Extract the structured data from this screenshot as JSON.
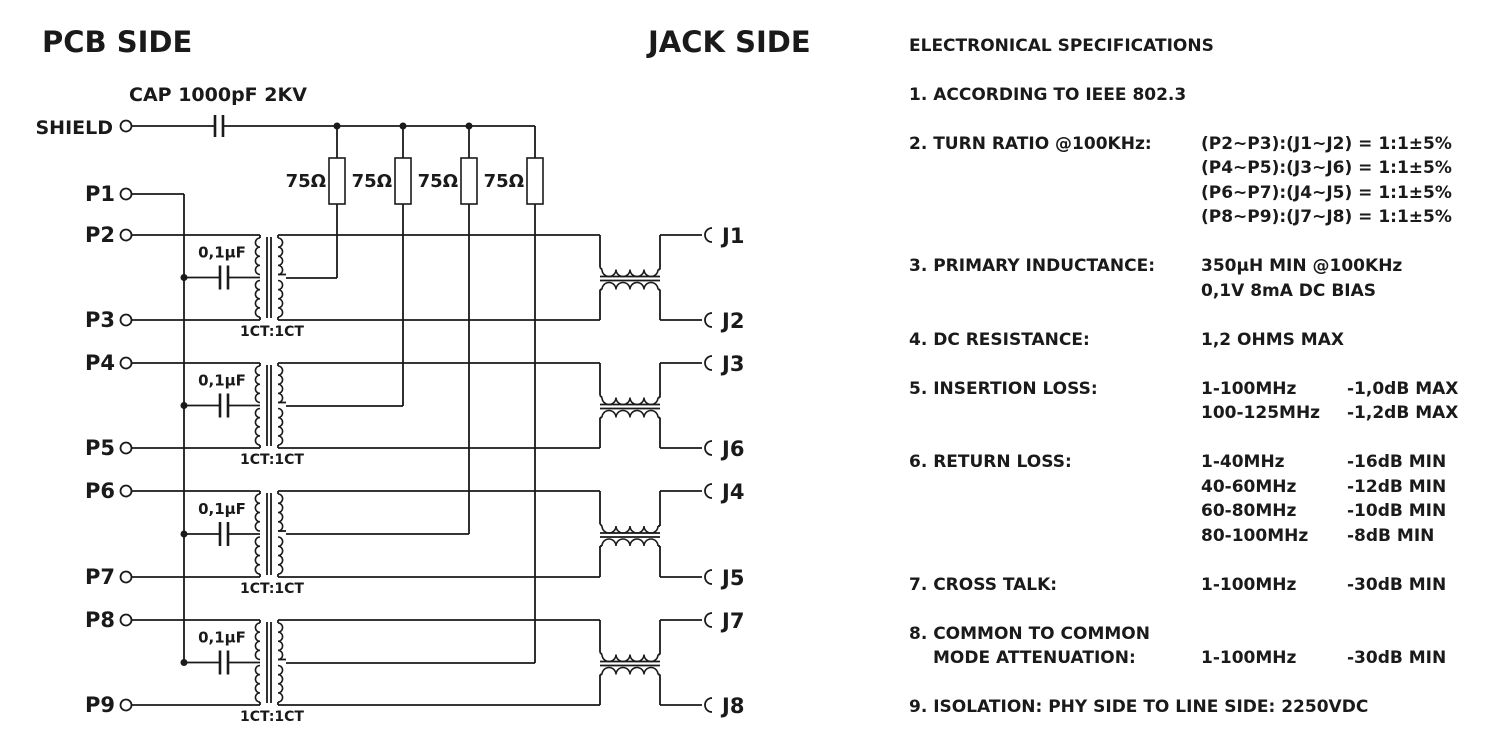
{
  "headings": {
    "pcb": "PCB SIDE",
    "jack": "JACK SIDE"
  },
  "shield": {
    "label": "SHIELD",
    "cap_label": "CAP 1000pF 2KV"
  },
  "resistors": [
    "75Ω",
    "75Ω",
    "75Ω",
    "75Ω"
  ],
  "pins_left": [
    "P1",
    "P2",
    "P3",
    "P4",
    "P5",
    "P6",
    "P7",
    "P8",
    "P9"
  ],
  "pins_right": [
    "J1",
    "J2",
    "J3",
    "J6",
    "J4",
    "J5",
    "J7",
    "J8"
  ],
  "channels": [
    {
      "cap": "0,1µF",
      "ratio": "1CT:1CT"
    },
    {
      "cap": "0,1µF",
      "ratio": "1CT:1CT"
    },
    {
      "cap": "0,1µF",
      "ratio": "1CT:1CT"
    },
    {
      "cap": "0,1µF",
      "ratio": "1CT:1CT"
    }
  ],
  "specs": {
    "title": "ELECTRONICAL SPECIFICATIONS",
    "items": {
      "s1": "1. ACCORDING TO IEEE 802.3",
      "s2": {
        "label": "2. TURN RATIO @100KHz:",
        "lines": [
          "(P2~P3):(J1~J2) = 1:1±5%",
          "(P4~P5):(J3~J6) = 1:1±5%",
          "(P6~P7):(J4~J5) = 1:1±5%",
          "(P8~P9):(J7~J8) = 1:1±5%"
        ]
      },
      "s3": {
        "label": "3. PRIMARY INDUCTANCE:",
        "lines": [
          "350µH MIN @100KHz",
          "0,1V 8mA DC BIAS"
        ]
      },
      "s4": {
        "label": "4. DC RESISTANCE:",
        "value": "1,2 OHMS MAX"
      },
      "s5": {
        "label": "5. INSERTION LOSS:",
        "rows": [
          [
            "1-100MHz",
            "-1,0dB MAX"
          ],
          [
            "100-125MHz",
            "-1,2dB MAX"
          ]
        ]
      },
      "s6": {
        "label": "6. RETURN LOSS:",
        "rows": [
          [
            "1-40MHz",
            "-16dB MIN"
          ],
          [
            "40-60MHz",
            "-12dB MIN"
          ],
          [
            "60-80MHz",
            "-10dB MIN"
          ],
          [
            "80-100MHz",
            "-8dB MIN"
          ]
        ]
      },
      "s7": {
        "label": "7. CROSS TALK:",
        "rows": [
          [
            "1-100MHz",
            "-30dB MIN"
          ]
        ]
      },
      "s8": {
        "label1": "8. COMMON TO COMMON",
        "label2": "MODE ATTENUATION:",
        "rows": [
          [
            "1-100MHz",
            "-30dB MIN"
          ]
        ]
      },
      "s9": "9. ISOLATION: PHY SIDE TO LINE SIDE: 2250VDC"
    }
  }
}
